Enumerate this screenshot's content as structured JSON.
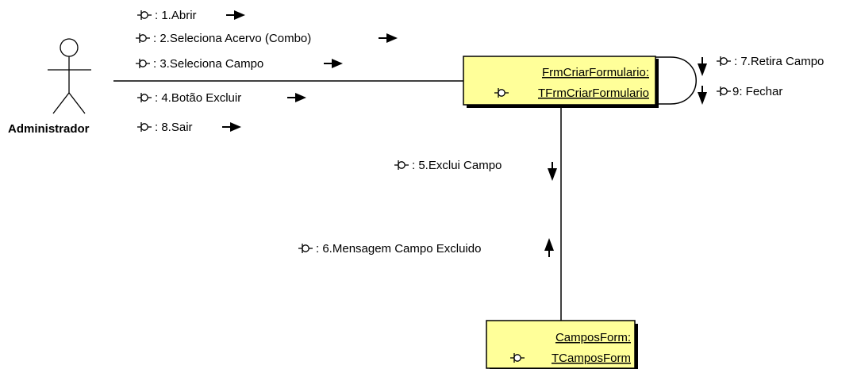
{
  "actor": {
    "name": "Administrador"
  },
  "objects": [
    {
      "id": "frm",
      "name": "FrmCriarFormulario:",
      "class": "TFrmCriarFormulario"
    },
    {
      "id": "campos",
      "name": "CamposForm:",
      "class": "TCamposForm"
    }
  ],
  "messages": [
    {
      "id": "m1",
      "label": "1.Abrir",
      "prefix": ": "
    },
    {
      "id": "m2",
      "label": "2.Seleciona Acervo (Combo)",
      "prefix": ": "
    },
    {
      "id": "m3",
      "label": "3.Seleciona Campo",
      "prefix": ": "
    },
    {
      "id": "m4",
      "label": "4.Botão Excluir",
      "prefix": ": "
    },
    {
      "id": "m8",
      "label": "8.Sair",
      "prefix": ": "
    },
    {
      "id": "m7",
      "label": "7.Retira Campo",
      "prefix": ": "
    },
    {
      "id": "m9",
      "label": "9: Fechar",
      "prefix": ""
    },
    {
      "id": "m5",
      "label": "5.Exclui  Campo",
      "prefix": ": "
    },
    {
      "id": "m6",
      "label": "6.Mensagem Campo Excluido",
      "prefix": ": "
    }
  ],
  "icons": {
    "message": "message-interface-icon",
    "arrow": "filled-arrow-icon"
  }
}
